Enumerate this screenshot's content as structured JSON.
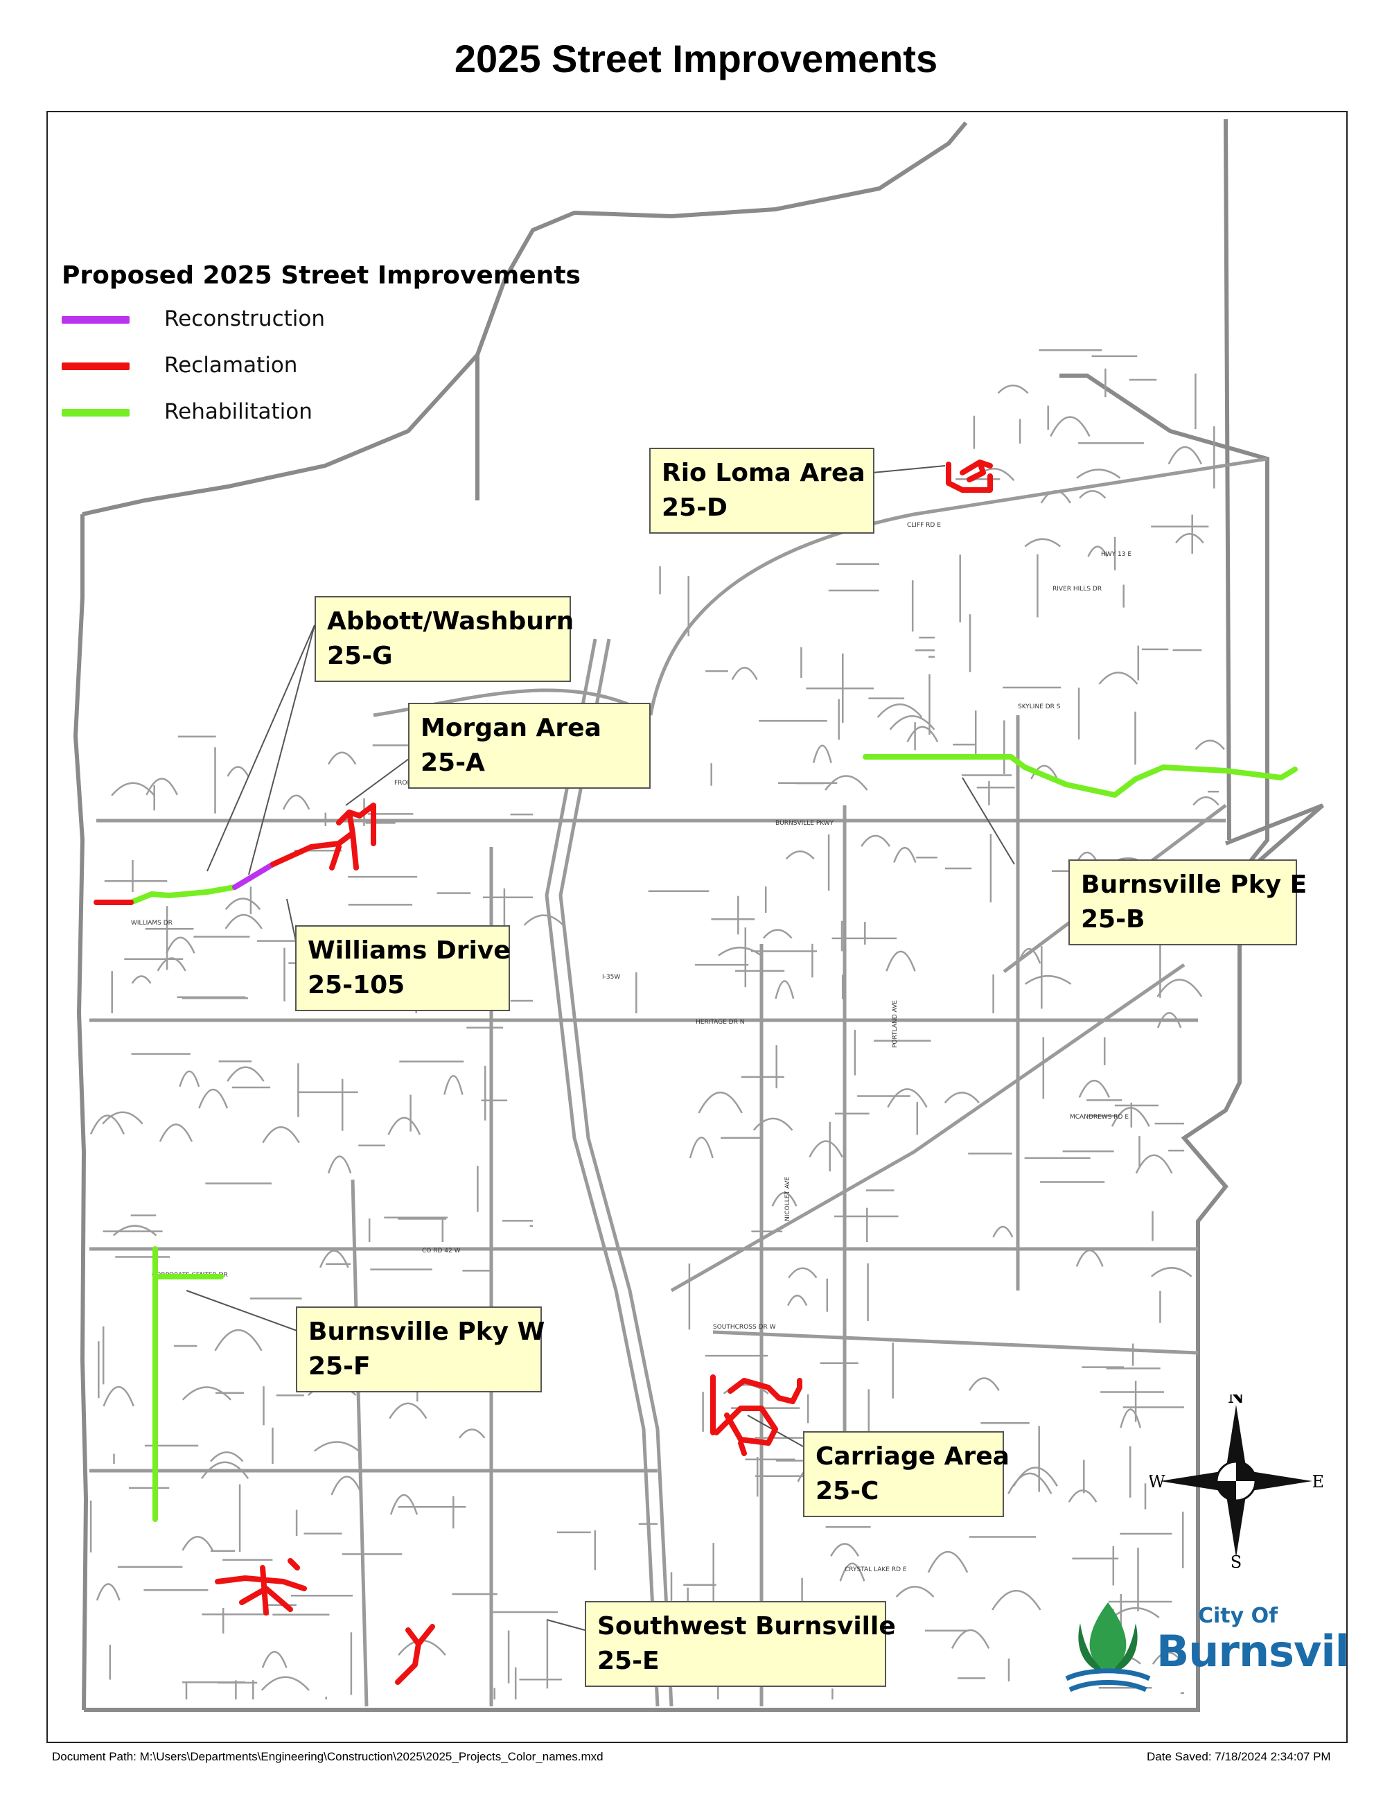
{
  "title": "2025 Street Improvements",
  "legend": {
    "title": "Proposed 2025 Street Improvements",
    "items": [
      {
        "label": "Reconstruction",
        "color": "#bb33ee"
      },
      {
        "label": "Reclamation",
        "color": "#ee1111"
      },
      {
        "label": "Rehabilitation",
        "color": "#77ee22"
      }
    ]
  },
  "callouts": {
    "rio_loma": {
      "line1": "Rio Loma Area",
      "line2": "25-D"
    },
    "abbott_washburn": {
      "line1": "Abbott/Washburn",
      "line2": "25-G"
    },
    "morgan": {
      "line1": "Morgan Area",
      "line2": "25-A"
    },
    "burnsville_pky_e": {
      "line1": "Burnsville Pky E",
      "line2": "25-B"
    },
    "williams": {
      "line1": "Williams Drive",
      "line2": "25-105"
    },
    "burnsville_pky_w": {
      "line1": "Burnsville Pky W",
      "line2": "25-F"
    },
    "carriage": {
      "line1": "Carriage Area",
      "line2": "25-C"
    },
    "southwest": {
      "line1": "Southwest Burnsville",
      "line2": "25-E"
    }
  },
  "compass": {
    "n": "N",
    "s": "S",
    "e": "E",
    "w": "W"
  },
  "logo": {
    "small": "City Of",
    "big": "Burnsville"
  },
  "footer": {
    "path": "Document Path: M:\\Users\\Departments\\Engineering\\Construction\\2025\\2025_Projects_Color_names.mxd",
    "date": "Date Saved: 7/18/2024 2:34:07 PM"
  },
  "streets": {
    "cliff_rd_e": "CLIFF RD E",
    "burnsville_pkwy": "BURNSVILLE PKWY",
    "williams_dr": "WILLIAMS DR",
    "nicollet_ave": "NICOLLET AVE",
    "portland_ave": "PORTLAND AVE",
    "county_rd_42": "CO RD 42 W",
    "skyline_dr": "SKYLINE DR S",
    "river_hills_dr": "RIVER HILLS DR",
    "hwy_13": "HWY 13 E",
    "southcross_dr": "SOUTHCROSS DR W",
    "crystal_lake_rd": "CRYSTAL LAKE RD E",
    "heritage_dr": "HERITAGE DR N",
    "frontage_rd": "FRONTAGE RD N",
    "mcandrews_rd": "MCANDREWS RD E",
    "corporate_center": "CORPORATE CENTER DR",
    "hwy_13_label": "I-35W"
  }
}
